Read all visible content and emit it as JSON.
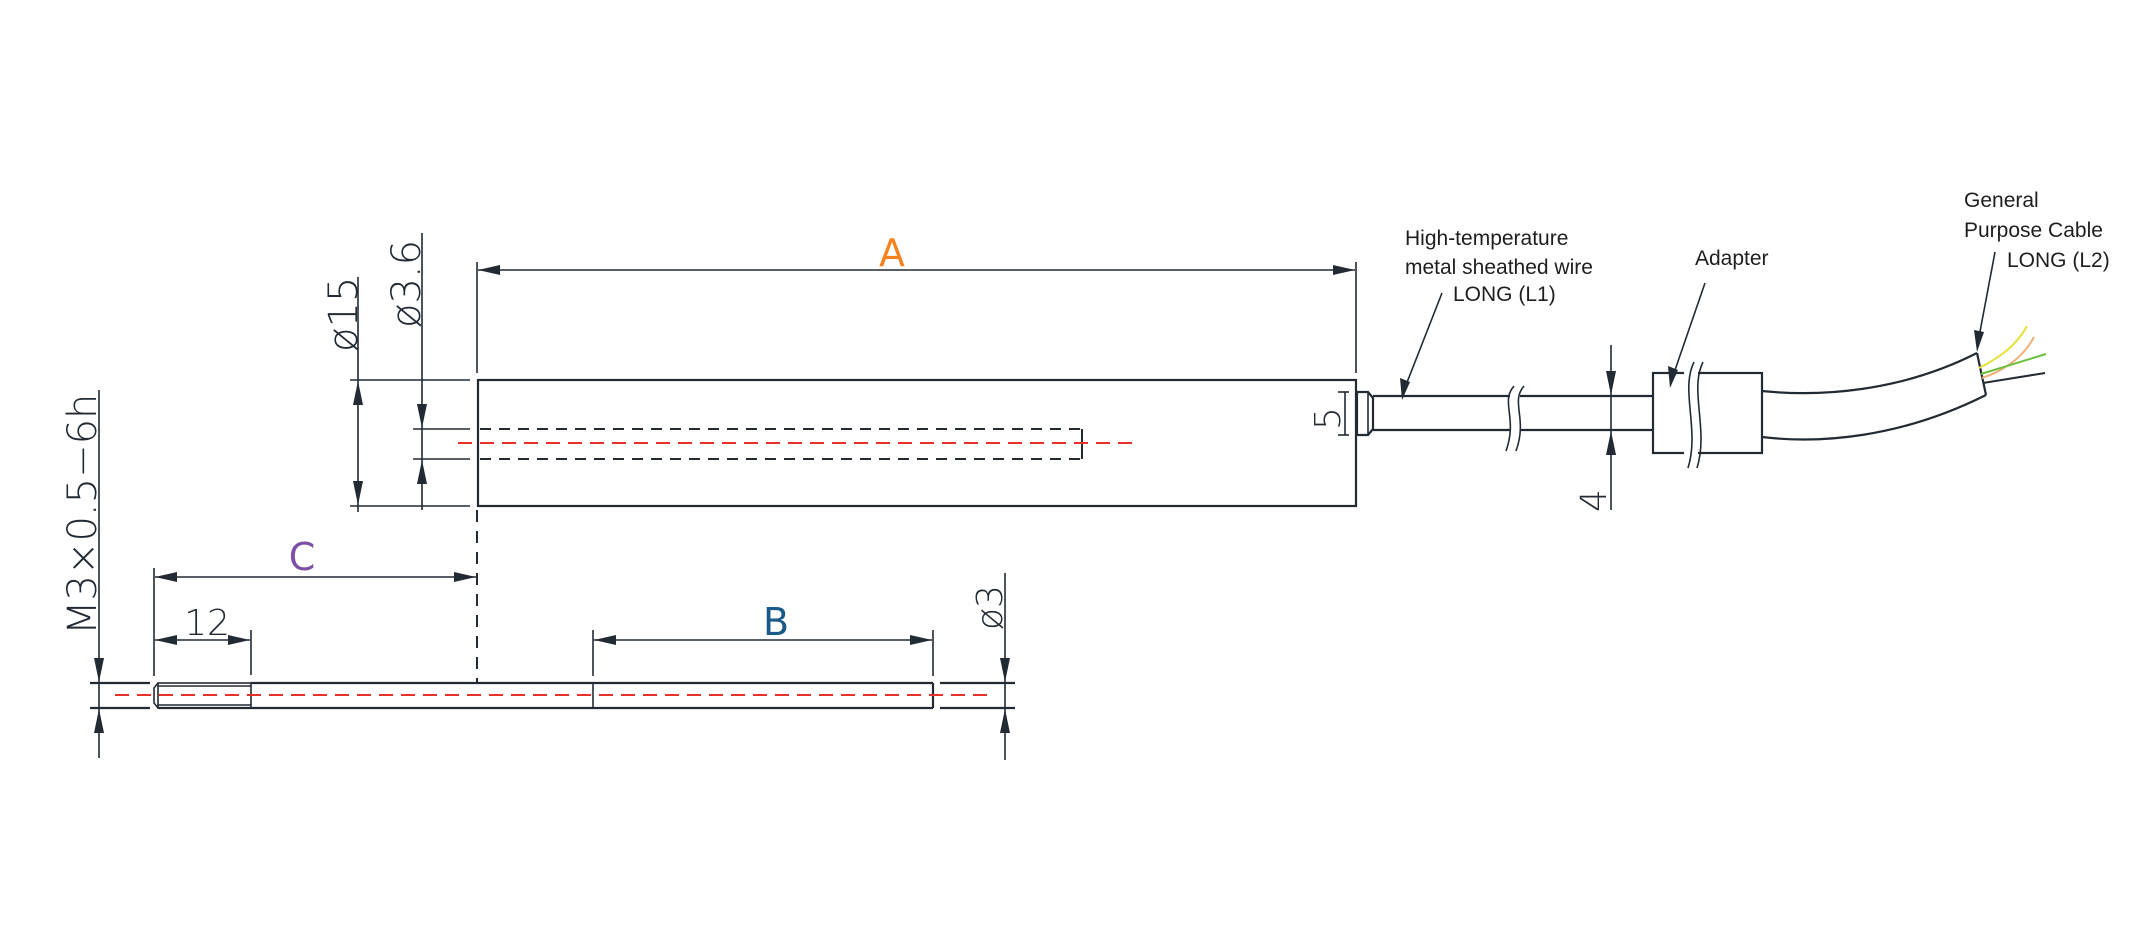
{
  "drawing": {
    "letters": {
      "A": {
        "text": "A",
        "color": "#f5821f"
      },
      "B": {
        "text": "B",
        "color": "#1a5a8a"
      },
      "C": {
        "text": "C",
        "color": "#7b4fa3"
      }
    },
    "dimensions": {
      "body_diameter": "ø15",
      "bore_diameter": "ø3.6",
      "collar_size": "5",
      "wire_diameter": "4",
      "thread_length": "12",
      "rod_diameter": "ø3",
      "thread_spec": "M3×0.5−6h"
    },
    "labels": {
      "sheathed_wire": [
        "High-temperature",
        "metal sheathed wire",
        "LONG (L1)"
      ],
      "adapter": "Adapter",
      "cable": [
        "General",
        "Purpose Cable",
        "LONG (L2)"
      ]
    },
    "colors": {
      "line": "#222a33",
      "centerline": "#e8302a",
      "wire_yellow": "#e6e03a",
      "wire_orange": "#f0b07a",
      "wire_green": "#6cbf3a",
      "wire_black": "#222a33"
    }
  }
}
